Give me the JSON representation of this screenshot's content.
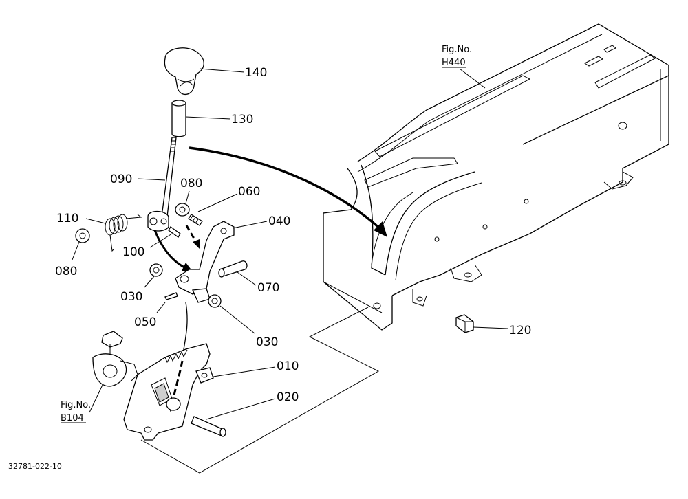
{
  "parts": {
    "p140": "140",
    "p130": "130",
    "p090": "090",
    "p080a": "080",
    "p060": "060",
    "p110": "110",
    "p040": "040",
    "p100": "100",
    "p080b": "080",
    "p070": "070",
    "p030a": "030",
    "p050": "050",
    "p030b": "030",
    "p120": "120",
    "p010": "010",
    "p020": "020"
  },
  "fig_refs": {
    "h440_label": "Fig.No.",
    "h440_code": "H440",
    "b104_label": "Fig.No.",
    "b104_code": "B104"
  },
  "drawing_code": "32781-022-10"
}
